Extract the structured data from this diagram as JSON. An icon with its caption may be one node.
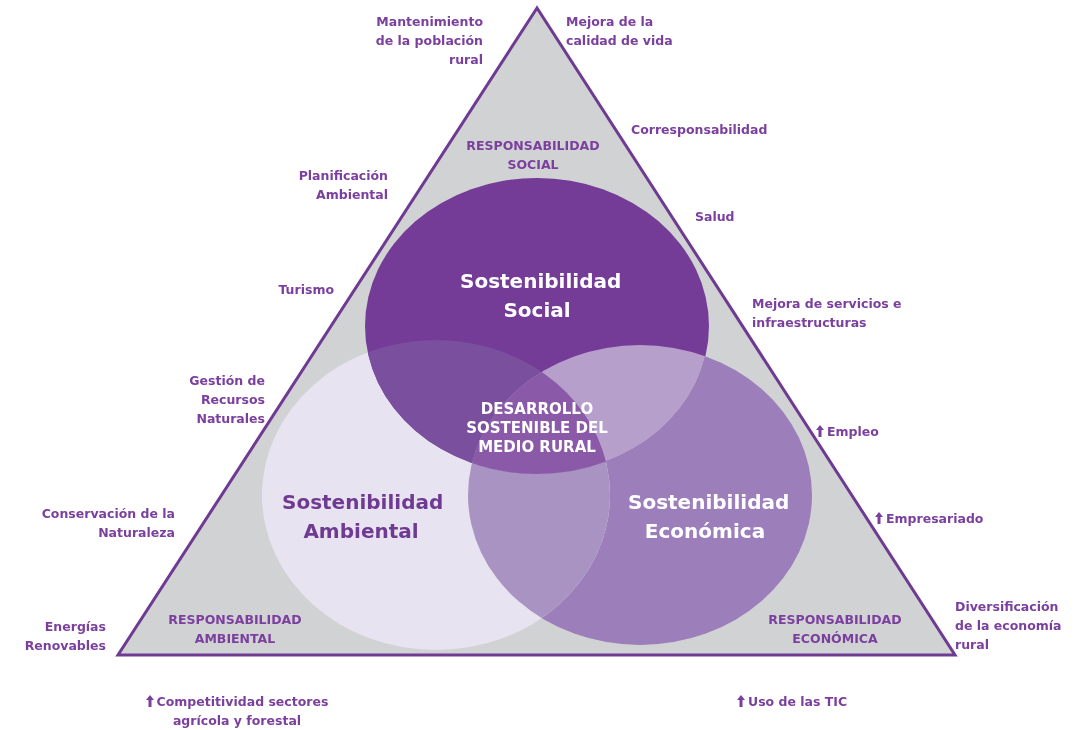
{
  "diagram": {
    "nodes": [
      {
        "text": [
          "Sostenibilidad Social"
        ]
      },
      {
        "text": [
          "Sostenibilidad Ambiental"
        ]
      },
      {
        "text": [
          "Sostenibilidad Económica"
        ]
      }
    ],
    "edges": [],
    "labels": [
      "Mantenimiento de la población rural",
      "Mejora de la calidad de vida",
      "RESPONSABILIDAD SOCIAL",
      "Corresponsabilidad",
      "Planificación Ambiental",
      "Salud",
      "Turismo",
      "Mejora de servicios e infraestructuras",
      "Gestión de Recursos Naturales",
      "DESARROLLO SOSTENIBLE DEL MEDIO RURAL",
      "Empleo",
      "Conservación de la Naturaleza",
      "Empresariado",
      "Energías Renovables",
      "RESPONSABILIDAD AMBIENTAL",
      "RESPONSABILIDAD ECONÓMICA",
      "Diversificación de la economía rural",
      "Competitividad sectores agrícola y forestal",
      "Uso de las TIC"
    ]
  }
}
